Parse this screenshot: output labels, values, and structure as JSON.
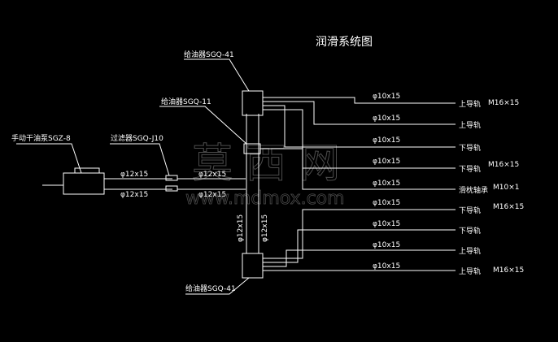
{
  "diagram": {
    "title": "润滑系统图",
    "components": {
      "manual_pump": "手动干油泵SGZ-8",
      "filter": "过滤器SGQ-J10",
      "distributor_top": "给油器SGQ-41",
      "distributor_mid": "给油器SGQ-11",
      "distributor_bottom": "给油器SGQ-41"
    },
    "pipes": {
      "main_upper": "φ12x15",
      "main_lower": "φ12x15",
      "after_filter_upper": "φ12x15",
      "after_filter_lower": "φ12x15",
      "vertical_left": "φ12x15",
      "vertical_right": "φ12x15",
      "branch": [
        "φ10x15",
        "φ10x15",
        "φ10x15",
        "φ10x15",
        "φ10x15",
        "φ10x15",
        "φ10x15",
        "φ10x15",
        "φ10x15"
      ]
    },
    "outlets": [
      {
        "name": "上导轨",
        "spec": "M16×15"
      },
      {
        "name": "上导轨",
        "spec": ""
      },
      {
        "name": "下导轨",
        "spec": ""
      },
      {
        "name": "下导轨",
        "spec": "M16×15"
      },
      {
        "name": "滑枕轴承",
        "spec": "M10×1"
      },
      {
        "name": "下导轨",
        "spec": "M16×15"
      },
      {
        "name": "下导轨",
        "spec": ""
      },
      {
        "name": "上导轨",
        "spec": ""
      },
      {
        "name": "上导轨",
        "spec": "M16×15"
      }
    ],
    "watermark": {
      "cn": "莫 西 网",
      "url": "www.mdmox.com"
    }
  }
}
